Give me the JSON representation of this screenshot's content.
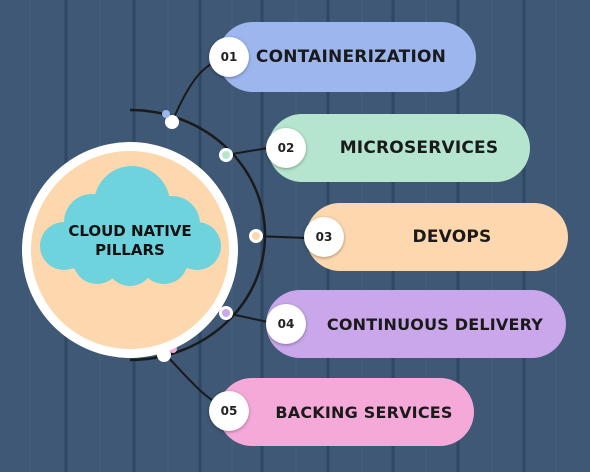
{
  "center": {
    "line1": "CLOUD NATIVE",
    "line2": "PILLARS"
  },
  "pillars": [
    {
      "number": "01",
      "label": "CONTAINERIZATION",
      "color": "#9db7ee"
    },
    {
      "number": "02",
      "label": "MICROSERVICES",
      "color": "#b5e5cf"
    },
    {
      "number": "03",
      "label": "DEVOPS",
      "color": "#fdd7ae"
    },
    {
      "number": "04",
      "label": "CONTINUOUS DELIVERY",
      "color": "#c9a7ea"
    },
    {
      "number": "05",
      "label": "BACKING SERVICES",
      "color": "#f4a9d8"
    }
  ],
  "colors": {
    "background": "#3e5875",
    "plank_line": "#2c4560",
    "center_fill": "#fdd7ae",
    "cloud": "#6fd3dd",
    "connector": "#1a1a1a"
  }
}
